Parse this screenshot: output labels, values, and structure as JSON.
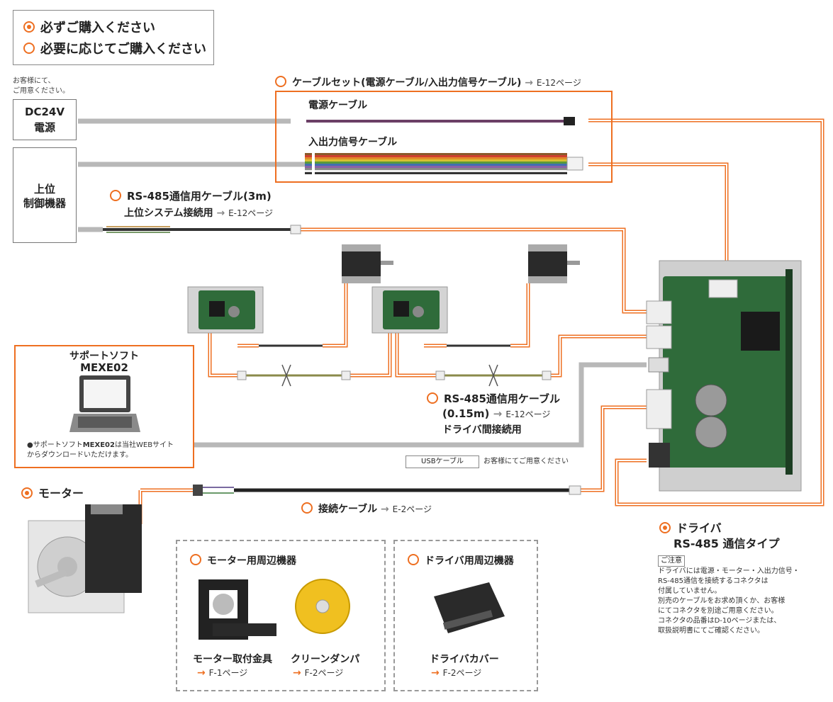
{
  "legend": {
    "required": "必ずご購入ください",
    "optional": "必要に応じてご購入ください"
  },
  "customer_prepared": [
    "お客様にて、",
    "ご用意ください。"
  ],
  "dc24v": [
    "DC24V",
    "電源"
  ],
  "host": [
    "上位",
    "制御機器"
  ],
  "cable_set": {
    "title": "ケーブルセット(電源ケーブル/入出力信号ケーブル)",
    "ref": "E-12ページ",
    "power_cable": "電源ケーブル",
    "io_cable": "入出力信号ケーブル"
  },
  "rs485_3m": {
    "title": "RS-485通信用ケーブル(3m)",
    "sub": "上位システム接続用",
    "ref": "E-12ページ"
  },
  "rs485_015": {
    "title": "RS-485通信用ケーブル",
    "len": "(0.15m)",
    "ref": "E-12ページ",
    "sub": "ドライバ間接続用"
  },
  "software": {
    "title": "サポートソフト",
    "name": "MEXE02",
    "note_prefix": "●サポートソフト",
    "note_name": "MEXE02",
    "note_mid": "は当社WEBサイト",
    "note_2": "からダウンロードいただけます。"
  },
  "usb": {
    "label": "USBケーブル",
    "note": "お客様にてご用意ください"
  },
  "motor": {
    "label": "モーター"
  },
  "connect_cable": {
    "title": "接続ケーブル",
    "ref": "E-2ページ"
  },
  "driver": {
    "label": "ドライバ",
    "type": "RS-485 通信タイプ",
    "caution_tag": "ご注意",
    "caution": [
      "ドライバには電源・モーター・入出力信号・",
      "RS-485通信を接続するコネクタは",
      "付属していません。",
      "別売のケーブルをお求め頂くか、お客様",
      "にてコネクタを別途ご用意ください。",
      "コネクタの品番はD-10ページまたは、",
      "取扱説明書にてご確認ください。"
    ]
  },
  "motor_accessories": {
    "title": "モーター用周辺機器",
    "bracket": {
      "name": "モーター取付金具",
      "ref": "F-1ページ"
    },
    "damper": {
      "name": "クリーンダンパ",
      "ref": "F-2ページ"
    }
  },
  "driver_accessories": {
    "title": "ドライバ用周辺機器",
    "cover": {
      "name": "ドライバカバー",
      "ref": "F-2ページ"
    }
  },
  "colors": {
    "accent": "#ee6f21",
    "wire_gray": "#b8b8b8",
    "pcb": "#2f6b3a"
  }
}
